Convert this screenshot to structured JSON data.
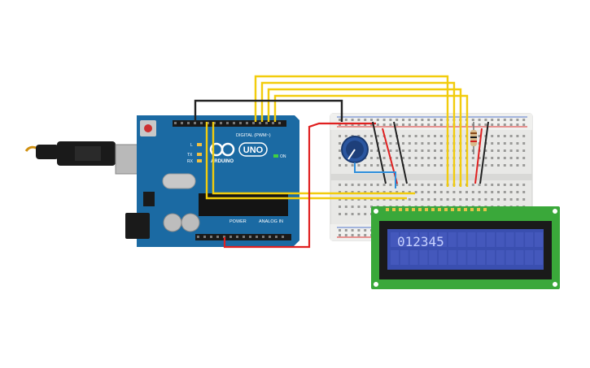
{
  "arduino": {
    "logo": "UNO",
    "brand": "ARDUINO",
    "on_label": "ON",
    "digital_label": "DIGITAL (PWM~)",
    "power_label": "POWER",
    "analog_label": "ANALOG IN",
    "led_labels": {
      "l": "L",
      "tx": "TX",
      "rx": "RX"
    },
    "icon": "infinity-icon"
  },
  "lcd": {
    "display_text": "012345",
    "backlight_color": "#3a4fb0",
    "board_color": "#3aa83a"
  },
  "colors": {
    "data_wire": "#f2cc0c",
    "ground_wire": "#222222",
    "power_wire": "#e02020",
    "pot_wire": "#2f8fdc",
    "arduino_board": "#1b6aa3"
  }
}
